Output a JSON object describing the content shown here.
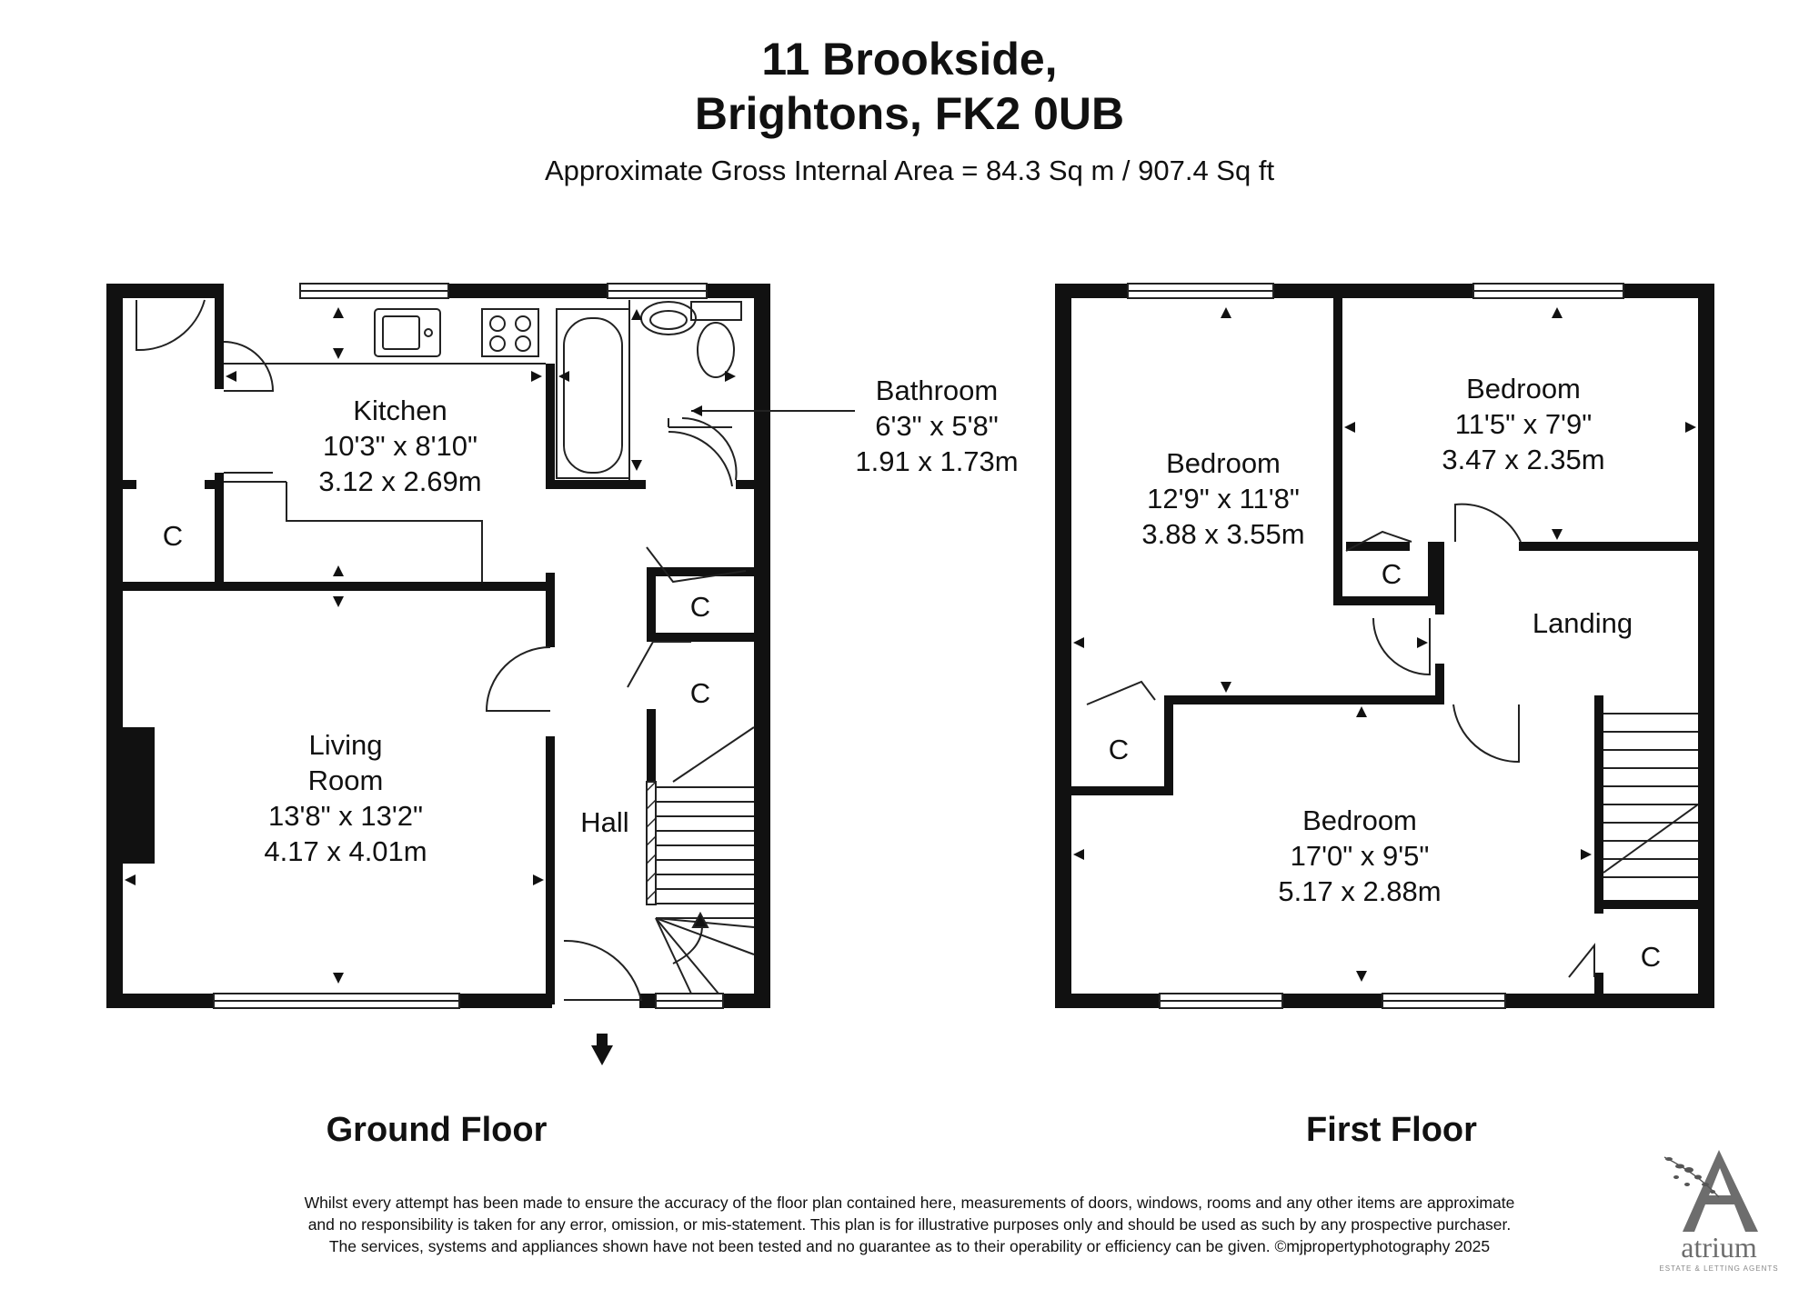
{
  "title": {
    "line1": "11 Brookside,",
    "line2": "Brightons, FK2 0UB"
  },
  "subtitle": "Approximate Gross Internal Area = 84.3 Sq m / 907.4 Sq ft",
  "ground_floor": {
    "label": "Ground Floor",
    "kitchen": {
      "name": "Kitchen",
      "imperial": "10'3\" x 8'10\"",
      "metric": "3.12 x 2.69m"
    },
    "bathroom": {
      "name": "Bathroom",
      "imperial": "6'3\" x 5'8\"",
      "metric": "1.91 x 1.73m"
    },
    "living": {
      "name_1": "Living",
      "name_2": "Room",
      "imperial": "13'8\" x 13'2\"",
      "metric": "4.17 x 4.01m"
    },
    "hall": "Hall",
    "cupboard": "C"
  },
  "first_floor": {
    "label": "First Floor",
    "bedroom_1": {
      "name": "Bedroom",
      "imperial": "12'9\" x 11'8\"",
      "metric": "3.88 x 3.55m"
    },
    "bedroom_2": {
      "name": "Bedroom",
      "imperial": "11'5\" x 7'9\"",
      "metric": "3.47 x 2.35m"
    },
    "bedroom_3": {
      "name": "Bedroom",
      "imperial": "17'0\" x 9'5\"",
      "metric": "5.17 x 2.88m"
    },
    "landing": "Landing",
    "cupboard": "C"
  },
  "disclaimer": {
    "line1": "Whilst every attempt has been made to ensure the accuracy of the floor plan contained here, measurements of doors, windows, rooms and any other items are approximate",
    "line2": "and no responsibility is taken for any error, omission, or mis-statement. This plan is for illustrative purposes only and should be used as such by any prospective purchaser.",
    "line3": "The services, systems and appliances shown have not been tested and no guarantee as to their operability or efficiency can be given. ©mjpropertyphotography 2025"
  },
  "logo": {
    "word": "atrium",
    "tagline": "ESTATE & LETTING AGENTS"
  },
  "colors": {
    "wall": "#111111",
    "line": "#222222",
    "logo": "#6d6d6d"
  }
}
